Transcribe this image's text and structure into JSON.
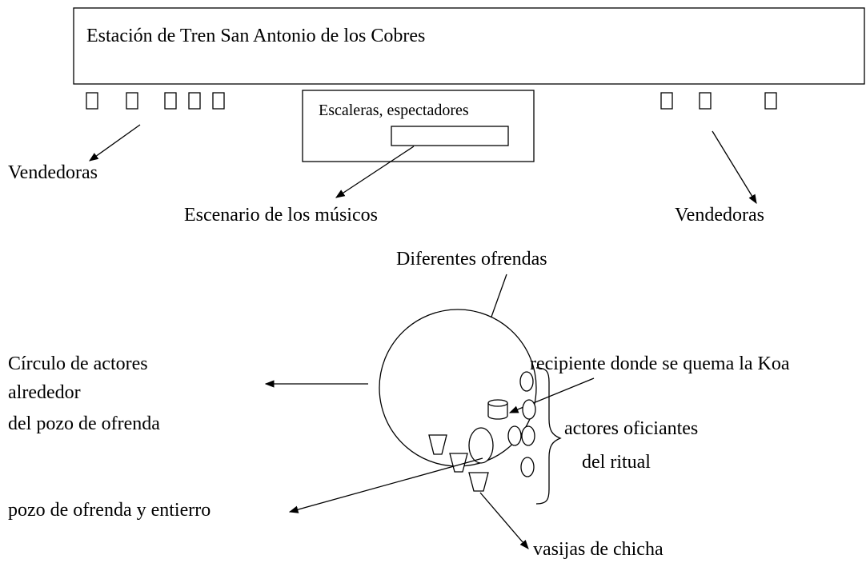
{
  "station": {
    "title": "Estación de Tren San Antonio de los Cobres"
  },
  "stairs": {
    "label": "Escaleras, espectadores"
  },
  "labels": {
    "vendors_left": "Vendedoras",
    "vendors_right": "Vendedoras",
    "musicians_stage": "Escenario de los músicos",
    "offerings": "Diferentes ofrendas",
    "circle_line1": "Círculo de actores",
    "circle_line2": "alrededor",
    "circle_line3": "del pozo de ofrenda",
    "koa_container": "recipiente donde se quema la Koa",
    "officiants_line1": "actores oficiantes",
    "officiants_line2": "del ritual",
    "pit": "pozo de ofrenda y entierro",
    "chicha_vessels": "vasijas de chicha"
  },
  "colors": {
    "stroke": "#000000",
    "background": "#ffffff"
  }
}
